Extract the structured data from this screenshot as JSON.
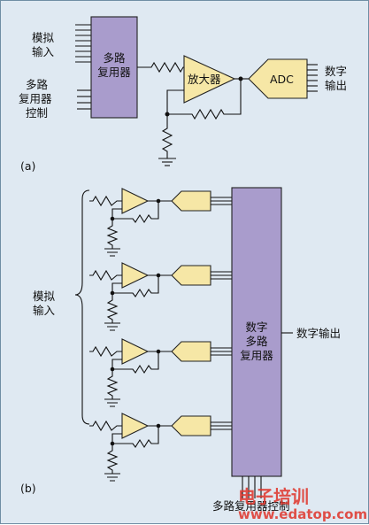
{
  "part_a": {
    "tag": "(a)",
    "analog_input": [
      "模拟",
      "输入"
    ],
    "mux_control": [
      "多路",
      "复用器",
      "控制"
    ],
    "mux": [
      "多路",
      "复用器"
    ],
    "amp": "放大器",
    "adc": "ADC",
    "digital_output": [
      "数字",
      "输出"
    ]
  },
  "part_b": {
    "tag": "(b)",
    "analog_input": [
      "模拟",
      "输入"
    ],
    "digital_mux": [
      "数字",
      "多路",
      "复用器"
    ],
    "digital_output": "数字输出",
    "mux_control": "多路复用器控制"
  },
  "watermark": {
    "brand": "电子培训",
    "site": "www.edatop.com"
  },
  "colors": {
    "background": "#dfe9f2",
    "mux_fill": "#a99ccc",
    "amp_fill": "#f6e7a6",
    "watermark": "#e0342a"
  }
}
